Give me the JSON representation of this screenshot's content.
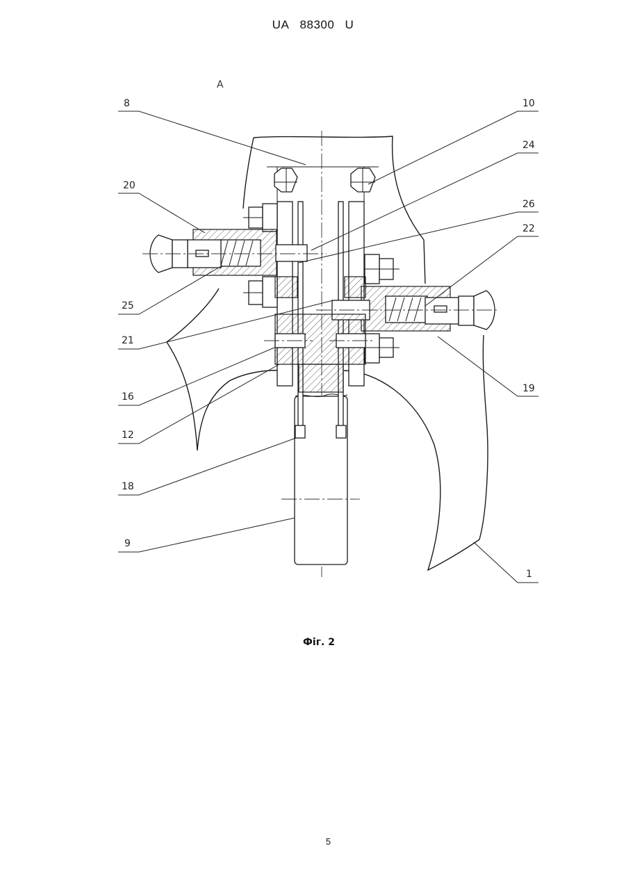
{
  "header": {
    "country_code": "UA",
    "patent_number": "88300",
    "kind_code": "U"
  },
  "drawing": {
    "view_label": "A",
    "reference_numerals": {
      "n8": "8",
      "n10": "10",
      "n24": "24",
      "n20": "20",
      "n26": "26",
      "n22": "22",
      "n25": "25",
      "n21": "21",
      "n16": "16",
      "n12": "12",
      "n18": "18",
      "n9": "9",
      "n19": "19",
      "n1": "1"
    }
  },
  "figure_caption": "Фіг. 2",
  "page_number": "5"
}
